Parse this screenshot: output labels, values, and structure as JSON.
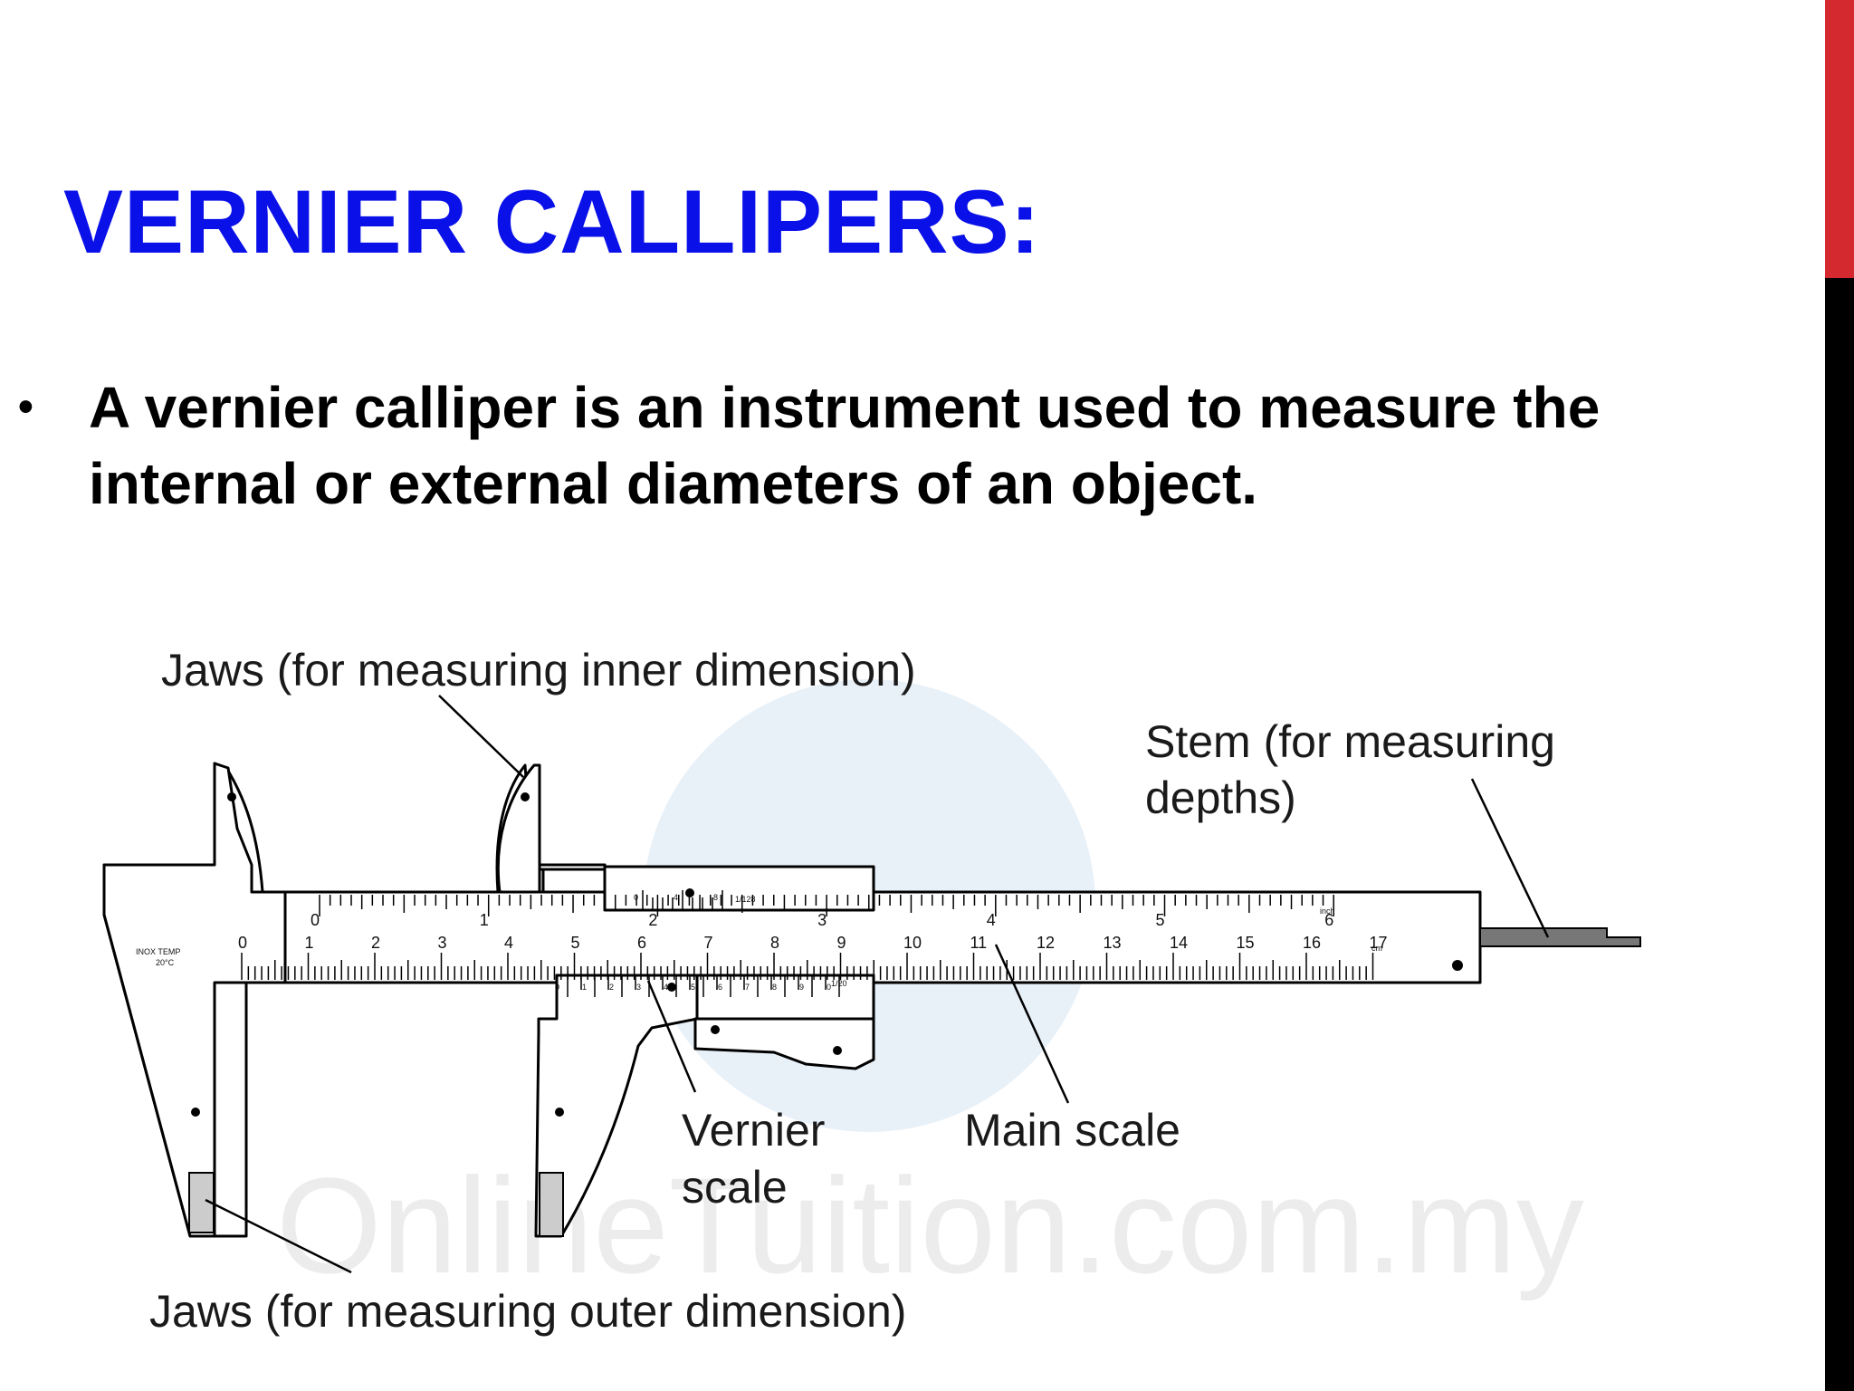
{
  "colors": {
    "title": "#0a10e8",
    "body_text": "#000000",
    "accent_top": "#d42a2f",
    "accent_bottom": "#000000",
    "stem": "#777777",
    "watermark_circle": "#e8f0f8",
    "watermark_text": "#ececec"
  },
  "title": "VERNIER CALLIPERS:",
  "bullet": {
    "marker": "•",
    "text": "A vernier calliper is an instrument used to measure the internal or external diameters of an object."
  },
  "diagram": {
    "labels": {
      "inner_jaws": "Jaws (for measuring inner dimension)",
      "stem_line1": "Stem (for measuring",
      "stem_line2": "depths)",
      "vernier_line1": "Vernier",
      "vernier_line2": "scale",
      "main_scale": "Main scale",
      "outer_jaws": "Jaws (for measuring outer dimension)"
    },
    "body_marking_line1": "INOX TEMP",
    "body_marking_line2": "20°C",
    "cm_numbers": [
      "0",
      "1",
      "2",
      "3",
      "4",
      "5",
      "6",
      "7",
      "8",
      "9",
      "10",
      "11",
      "12",
      "13",
      "14",
      "15",
      "16",
      "17"
    ],
    "cm_unit": "cm",
    "inch_numbers": [
      "0",
      "1",
      "2",
      "3",
      "4",
      "5",
      "6"
    ],
    "inch_unit": "inch",
    "vernier_cm_numbers": [
      "0",
      "1",
      "2",
      "3",
      "4",
      "5",
      "6",
      "7",
      "8",
      "9",
      "0"
    ],
    "vernier_cm_resolution": "1/20",
    "vernier_inch_numbers": [
      "0",
      "4",
      "8"
    ],
    "vernier_inch_resolution": "1/128",
    "watermark": "OnlineTuition.com.my"
  }
}
